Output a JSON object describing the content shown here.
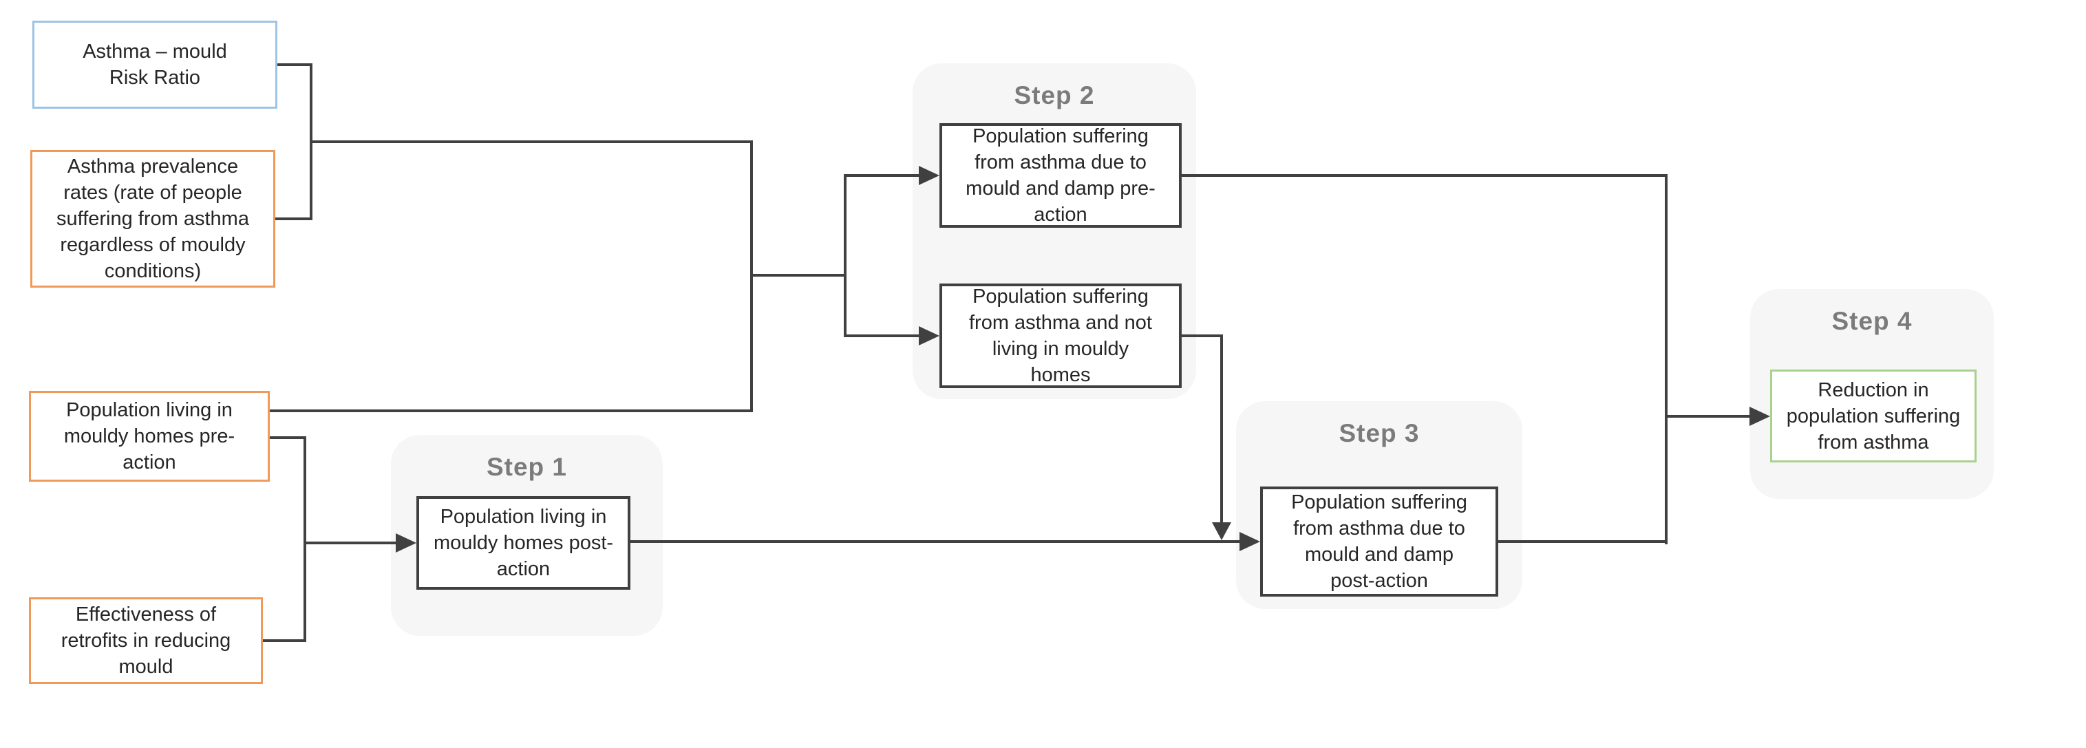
{
  "diagram": {
    "type": "flowchart",
    "colors": {
      "background": "#FFFFFF",
      "line": "#404040",
      "box_border_dark": "#404040",
      "input_blue_border": "#9DC3E6",
      "input_orange_border": "#F0995A",
      "output_green_border": "#A9D18E",
      "step_container_fill": "#F6F6F6",
      "step_title_text": "#7B7B7B",
      "box_text": "#262626"
    },
    "input_nodes": [
      {
        "label": "Asthma – mould\nRisk Ratio",
        "border_color": "#9DC3E6"
      },
      {
        "label": "Asthma prevalence\nrates (rate of people\nsuffering from asthma\nregardless of mouldy\nconditions)",
        "border_color": "#F0995A"
      },
      {
        "label": "Population living in\nmouldy homes pre-\naction",
        "border_color": "#F0995A"
      },
      {
        "label": "Effectiveness of\nretrofits in reducing\nmould",
        "border_color": "#F0995A"
      }
    ],
    "steps": [
      {
        "title": "Step 1",
        "boxes": [
          {
            "label": "Population living in\nmouldy homes post-\naction",
            "border_color": "#404040"
          }
        ]
      },
      {
        "title": "Step 2",
        "boxes": [
          {
            "label": "Population suffering\nfrom asthma due to\nmould and damp pre-\naction",
            "border_color": "#404040"
          },
          {
            "label": "Population suffering\nfrom asthma and not\nliving in mouldy\nhomes",
            "border_color": "#404040"
          }
        ]
      },
      {
        "title": "Step 3",
        "boxes": [
          {
            "label": "Population suffering\nfrom asthma due to\nmould and damp\npost-action",
            "border_color": "#404040"
          }
        ]
      },
      {
        "title": "Step 4",
        "boxes": [
          {
            "label": "Reduction in\npopulation suffering\nfrom asthma",
            "border_color": "#A9D18E"
          }
        ]
      }
    ]
  }
}
